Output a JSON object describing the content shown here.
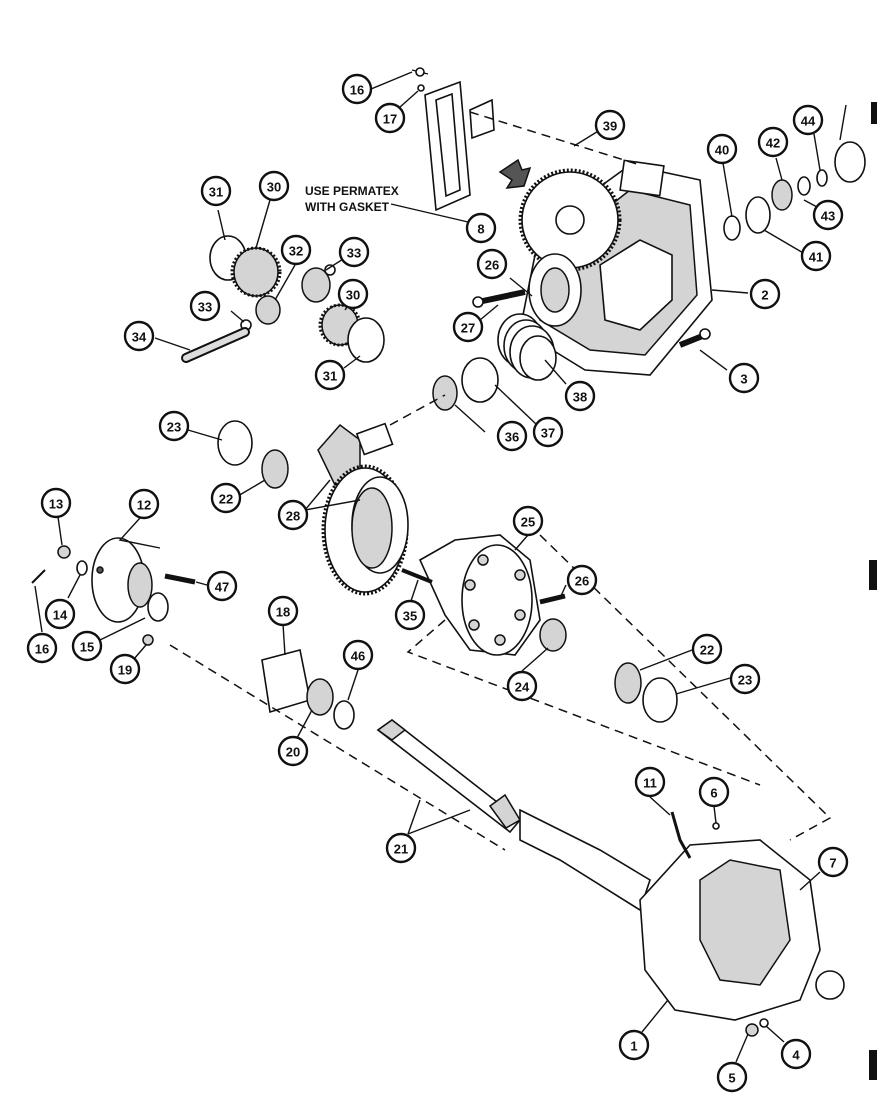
{
  "note": {
    "line1": "USE PERMATEX",
    "line2": "WITH GASKET"
  },
  "callouts": [
    {
      "id": "c1",
      "label": "1"
    },
    {
      "id": "c2",
      "label": "2"
    },
    {
      "id": "c3",
      "label": "3"
    },
    {
      "id": "c4",
      "label": "4"
    },
    {
      "id": "c5",
      "label": "5"
    },
    {
      "id": "c6",
      "label": "6"
    },
    {
      "id": "c7",
      "label": "7"
    },
    {
      "id": "c8",
      "label": "8"
    },
    {
      "id": "c11",
      "label": "11"
    },
    {
      "id": "c12",
      "label": "12"
    },
    {
      "id": "c13",
      "label": "13"
    },
    {
      "id": "c14",
      "label": "14"
    },
    {
      "id": "c15",
      "label": "15"
    },
    {
      "id": "c16a",
      "label": "16"
    },
    {
      "id": "c16b",
      "label": "16"
    },
    {
      "id": "c17",
      "label": "17"
    },
    {
      "id": "c18",
      "label": "18"
    },
    {
      "id": "c19",
      "label": "19"
    },
    {
      "id": "c20",
      "label": "20"
    },
    {
      "id": "c21",
      "label": "21"
    },
    {
      "id": "c22a",
      "label": "22"
    },
    {
      "id": "c22b",
      "label": "22"
    },
    {
      "id": "c23a",
      "label": "23"
    },
    {
      "id": "c23b",
      "label": "23"
    },
    {
      "id": "c24",
      "label": "24"
    },
    {
      "id": "c25",
      "label": "25"
    },
    {
      "id": "c26a",
      "label": "26"
    },
    {
      "id": "c26b",
      "label": "26"
    },
    {
      "id": "c27",
      "label": "27"
    },
    {
      "id": "c28",
      "label": "28"
    },
    {
      "id": "c30a",
      "label": "30"
    },
    {
      "id": "c30b",
      "label": "30"
    },
    {
      "id": "c31a",
      "label": "31"
    },
    {
      "id": "c31b",
      "label": "31"
    },
    {
      "id": "c32",
      "label": "32"
    },
    {
      "id": "c33a",
      "label": "33"
    },
    {
      "id": "c33b",
      "label": "33"
    },
    {
      "id": "c34",
      "label": "34"
    },
    {
      "id": "c35",
      "label": "35"
    },
    {
      "id": "c36",
      "label": "36"
    },
    {
      "id": "c37",
      "label": "37"
    },
    {
      "id": "c38",
      "label": "38"
    },
    {
      "id": "c39",
      "label": "39"
    },
    {
      "id": "c40",
      "label": "40"
    },
    {
      "id": "c41",
      "label": "41"
    },
    {
      "id": "c42",
      "label": "42"
    },
    {
      "id": "c43",
      "label": "43"
    },
    {
      "id": "c44",
      "label": "44"
    },
    {
      "id": "c46",
      "label": "46"
    },
    {
      "id": "c47",
      "label": "47"
    }
  ]
}
